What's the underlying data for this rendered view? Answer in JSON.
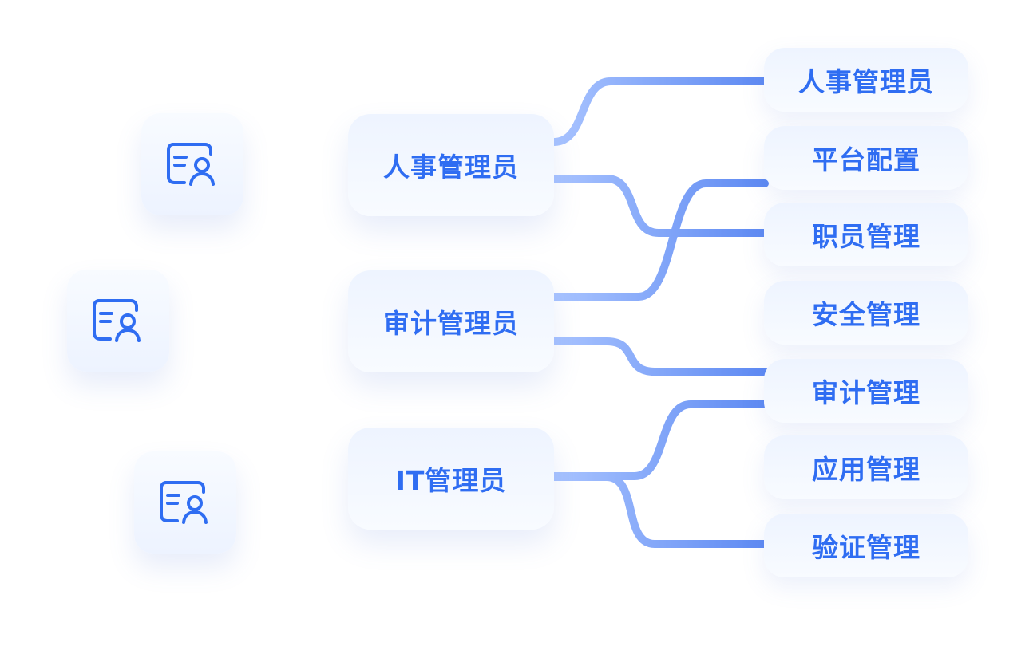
{
  "icons": {
    "admin_icon": "id-card-user-icon"
  },
  "colors": {
    "text": "#2f6df2",
    "line_primary": "#5b88f3",
    "line_secondary": "#9ebbff"
  },
  "admin_roles": [
    {
      "label": "人事管理员"
    },
    {
      "label": "审计管理员"
    },
    {
      "label": "IT管理员"
    }
  ],
  "permissions": [
    {
      "label": "人事管理员"
    },
    {
      "label": "平台配置"
    },
    {
      "label": "职员管理"
    },
    {
      "label": "安全管理"
    },
    {
      "label": "审计管理"
    },
    {
      "label": "应用管理"
    },
    {
      "label": "验证管理"
    }
  ]
}
